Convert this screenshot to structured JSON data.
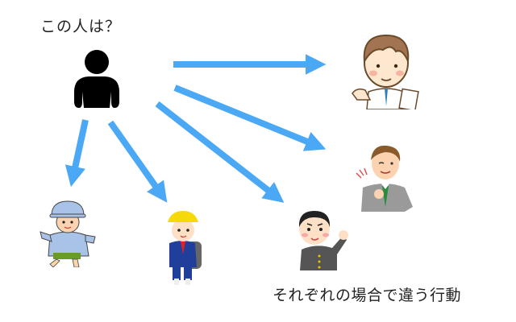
{
  "diagram": {
    "title": "この人は？",
    "caption": "それぞれの場合で違う行動",
    "arrow_color": "#4aa8f5",
    "source": {
      "label": "person-silhouette",
      "icon": "person-icon"
    },
    "targets": [
      {
        "id": "doctor",
        "icon": "doctor-icon"
      },
      {
        "id": "businessman",
        "icon": "businessman-icon"
      },
      {
        "id": "student",
        "icon": "middle-school-student-icon"
      },
      {
        "id": "elementary-student",
        "icon": "schoolboy-icon"
      },
      {
        "id": "kindergartner",
        "icon": "kindergartner-icon"
      }
    ]
  }
}
